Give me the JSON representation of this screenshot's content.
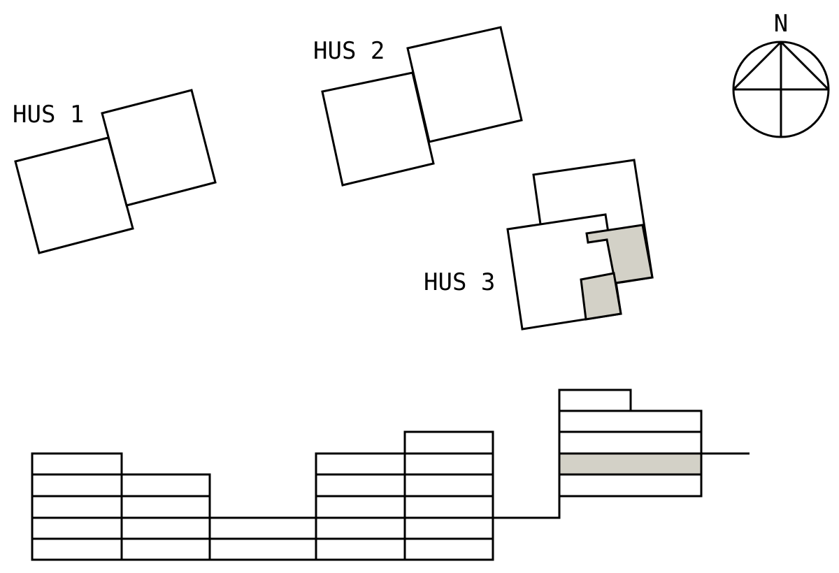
{
  "labels": {
    "hus1": "HUS 1",
    "hus2": "HUS 2",
    "hus3": "HUS 3",
    "north": "N"
  },
  "colors": {
    "highlight": "#d3d1c7",
    "stroke": "#000000",
    "background": "#ffffff"
  },
  "icons": {
    "compass": "north-arrow-icon"
  }
}
